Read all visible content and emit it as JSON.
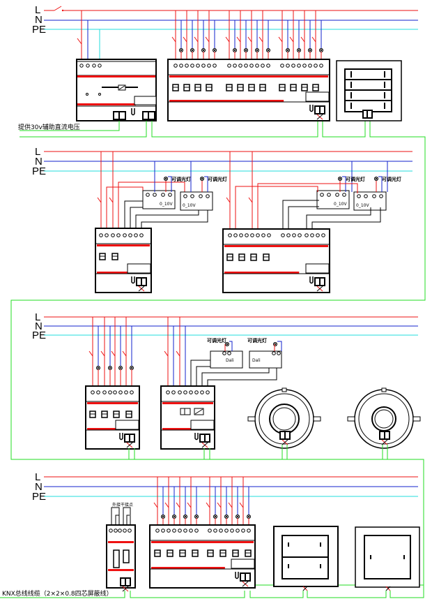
{
  "diagram": {
    "title": "KNX lighting control wiring diagram",
    "bus_lines": {
      "L": "L",
      "N": "N",
      "PE": "PE"
    },
    "colors": {
      "L": "#ee1111",
      "N": "#1122cc",
      "PE": "#22dddd",
      "bus": "#22dd22",
      "control": "#000000"
    },
    "sections": [
      {
        "id": "row1",
        "devices": [
          {
            "type": "power-supply",
            "label": "Power supply"
          },
          {
            "type": "switch-actuator-12ch",
            "label": "12-channel switch actuator",
            "channels": 12
          },
          {
            "type": "push-button-panel-4",
            "label": "4-gang push button panel"
          }
        ],
        "note": "提供30v辅助直流电压"
      },
      {
        "id": "row2",
        "devices": [
          {
            "type": "dimming-actuator-2ch",
            "label": "2-channel 0-10V actuator"
          },
          {
            "type": "dimming-actuator-4ch",
            "label": "4-channel 0-10V actuator"
          }
        ],
        "ballasts": [
          {
            "label": "0_10V",
            "lamp": "可调光灯"
          },
          {
            "label": "0_10V",
            "lamp": "可调光灯"
          },
          {
            "label": "0_10V",
            "lamp": "可调光灯"
          },
          {
            "label": "0_10V",
            "lamp": "可调光灯"
          }
        ]
      },
      {
        "id": "row3",
        "devices": [
          {
            "type": "switch-actuator-4ch",
            "label": "4-channel switch actuator",
            "channels": 4
          },
          {
            "type": "dali-gateway",
            "label": "DALI gateway"
          },
          {
            "type": "presence-detector",
            "label": "Ceiling presence detector 1"
          },
          {
            "type": "presence-detector",
            "label": "Ceiling presence detector 2"
          }
        ],
        "ballasts": [
          {
            "label": "Dali",
            "lamp": "可调光灯"
          },
          {
            "label": "Dali",
            "lamp": "可调光灯"
          }
        ]
      },
      {
        "id": "row4",
        "devices": [
          {
            "type": "binary-input",
            "label": "Binary input",
            "note": "外接干接点"
          },
          {
            "type": "switch-actuator-8ch",
            "label": "8-channel switch actuator",
            "channels": 8
          },
          {
            "type": "push-button-panel-2",
            "label": "2-gang push button panel"
          },
          {
            "type": "push-button-panel-1",
            "label": "1-gang push button panel"
          }
        ],
        "note": "KNX总线线缆（2×2×0.8四芯屏蔽线）"
      }
    ],
    "lamp_label": "可调光灯",
    "ballast_010_label": "0_10V",
    "ballast_dali_label": "Dali",
    "contact_label": "外接干接点",
    "row1_note": "提供30v辅助直流电压",
    "row4_note": "KNX总线线缆（2×2×0.8四芯屏蔽线）"
  }
}
